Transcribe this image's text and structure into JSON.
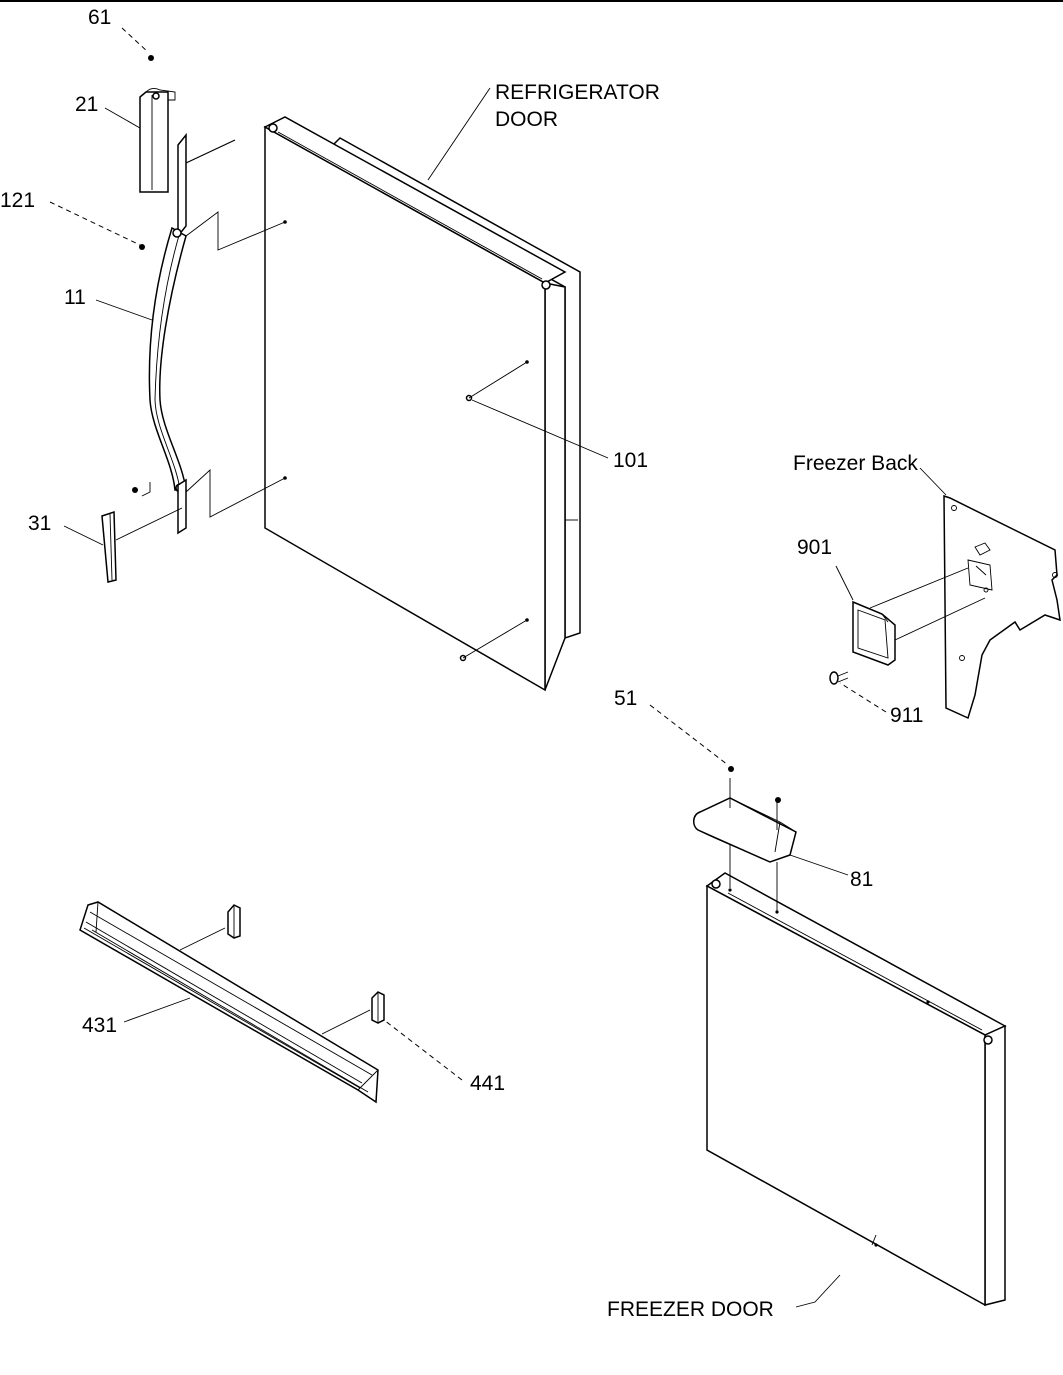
{
  "labels": {
    "part_61": "61",
    "part_21": "21",
    "part_121": "121",
    "part_11": "11",
    "part_31": "31",
    "part_101": "101",
    "refrigerator_door_line1": "REFRIGERATOR",
    "refrigerator_door_line2": "DOOR",
    "freezer_back": "Freezer Back",
    "part_901": "901",
    "part_911": "911",
    "part_51": "51",
    "part_81": "81",
    "part_431": "431",
    "part_441": "441",
    "freezer_door": "FREEZER DOOR"
  }
}
